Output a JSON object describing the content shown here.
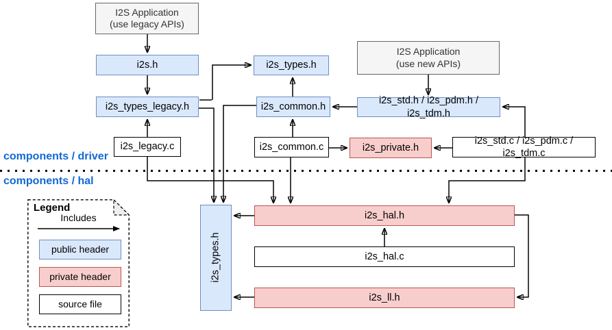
{
  "sections": {
    "driver_label": "components / driver",
    "hal_label": "components / hal"
  },
  "nodes": {
    "app_legacy": {
      "line1": "I2S Application",
      "line2": "(use legacy APIs)",
      "type": "app"
    },
    "app_new": {
      "line1": "I2S Application",
      "line2": "(use new APIs)",
      "type": "app"
    },
    "i2s_h": {
      "label": "i2s.h",
      "type": "public"
    },
    "i2s_types_legacy_h": {
      "label": "i2s_types_legacy.h",
      "type": "public"
    },
    "i2s_legacy_c": {
      "label": "i2s_legacy.c",
      "type": "source"
    },
    "i2s_types_h_driver": {
      "label": "i2s_types.h",
      "type": "public"
    },
    "i2s_common_h": {
      "label": "i2s_common.h",
      "type": "public"
    },
    "i2s_common_c": {
      "label": "i2s_common.c",
      "type": "source"
    },
    "i2s_std_pdm_tdm_h": {
      "label": "i2s_std.h / i2s_pdm.h / i2s_tdm.h",
      "type": "public"
    },
    "i2s_private_h": {
      "label": "i2s_private.h",
      "type": "private"
    },
    "i2s_std_pdm_tdm_c": {
      "label": "i2s_std.c / i2s_pdm.c / i2s_tdm.c",
      "type": "source"
    },
    "i2s_types_h_hal": {
      "label": "i2s_types.h",
      "type": "public"
    },
    "i2s_hal_h": {
      "label": "i2s_hal.h",
      "type": "private"
    },
    "i2s_hal_c": {
      "label": "i2s_hal.c",
      "type": "source"
    },
    "i2s_ll_h": {
      "label": "i2s_ll.h",
      "type": "private"
    }
  },
  "edges": [
    {
      "from": "I2S Application (use legacy APIs)",
      "to": "i2s.h"
    },
    {
      "from": "i2s.h",
      "to": "i2s_types_legacy.h"
    },
    {
      "from": "i2s_legacy.c",
      "to": "i2s_types_legacy.h"
    },
    {
      "from": "i2s_types_legacy.h",
      "to": "i2s_types.h (driver)"
    },
    {
      "from": "i2s_types_legacy.h",
      "to": "i2s_types.h (hal)"
    },
    {
      "from": "i2s_common.h",
      "to": "i2s_types.h (driver)"
    },
    {
      "from": "i2s_common.h",
      "to": "i2s_types.h (hal)"
    },
    {
      "from": "i2s_common.c",
      "to": "i2s_common.h"
    },
    {
      "from": "i2s_common.c",
      "to": "i2s_private.h"
    },
    {
      "from": "i2s_common.c",
      "to": "i2s_hal.h"
    },
    {
      "from": "I2S Application (use new APIs)",
      "to": "i2s_std.h / i2s_pdm.h / i2s_tdm.h"
    },
    {
      "from": "i2s_std.h / i2s_pdm.h / i2s_tdm.h",
      "to": "i2s_common.h"
    },
    {
      "from": "i2s_std.c / i2s_pdm.c / i2s_tdm.c",
      "to": "i2s_std.h / i2s_pdm.h / i2s_tdm.h"
    },
    {
      "from": "i2s_std.c / i2s_pdm.c / i2s_tdm.c",
      "to": "i2s_private.h"
    },
    {
      "from": "i2s_std.c / i2s_pdm.c / i2s_tdm.c",
      "to": "i2s_hal.h"
    },
    {
      "from": "i2s_legacy.c",
      "to": "i2s_hal.h"
    },
    {
      "from": "i2s_hal.c",
      "to": "i2s_hal.h"
    },
    {
      "from": "i2s_hal.h",
      "to": "i2s_types.h (hal)"
    },
    {
      "from": "i2s_ll.h",
      "to": "i2s_types.h (hal)"
    },
    {
      "from": "i2s_hal.h",
      "to": "i2s_ll.h"
    }
  ],
  "legend": {
    "title": "Legend",
    "arrow_label": "Includes",
    "items": [
      {
        "label": "public header",
        "type": "public"
      },
      {
        "label": "private header",
        "type": "private"
      },
      {
        "label": "source file",
        "type": "source"
      }
    ]
  },
  "colors": {
    "public_fill": "#dae8fc",
    "public_border": "#6c8ebf",
    "private_fill": "#f8cecc",
    "private_border": "#b85450",
    "source_fill": "#ffffff",
    "source_border": "#000000",
    "app_fill": "#f5f5f5",
    "app_border": "#666666",
    "section_label": "#1269d3",
    "edge": "#000000"
  }
}
